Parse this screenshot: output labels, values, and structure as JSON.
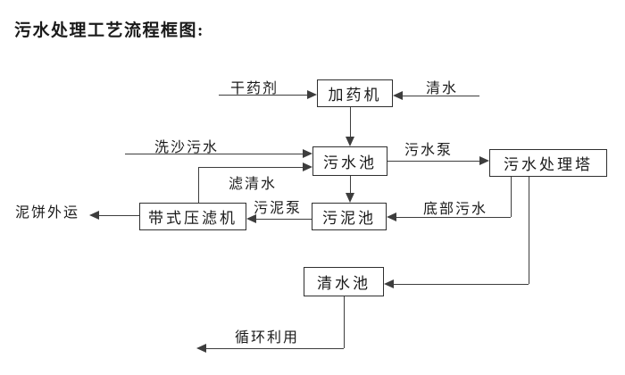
{
  "title": "污水处理工艺流程框图:",
  "nodes": [
    {
      "label": "加药机"
    },
    {
      "label": "污水池"
    },
    {
      "label": "污水处理塔"
    },
    {
      "label": "污泥池"
    },
    {
      "label": "带式压滤机"
    },
    {
      "label": "清水池"
    }
  ],
  "flow_labels": {
    "dry_agent": "干药剂",
    "clean_water": "清水",
    "sand_washing_sewage": "洗沙污水",
    "filtered_water": "滤清水",
    "sewage_pump": "污水泵",
    "bottom_sewage": "底部污水",
    "sludge_pump": "污泥泵",
    "mud_cake_out": "泥饼外运",
    "recycling": "循环利用"
  },
  "connections": [
    {
      "label": "干药剂",
      "from": "外部",
      "to": "加药机"
    },
    {
      "label": "清水",
      "from": "外部",
      "to": "加药机"
    },
    {
      "label": "",
      "from": "加药机",
      "to": "污水池"
    },
    {
      "label": "洗沙污水",
      "from": "外部",
      "to": "污水池"
    },
    {
      "label": "滤清水",
      "from": "带式压滤机",
      "to": "污水池"
    },
    {
      "label": "污水泵",
      "from": "污水池",
      "to": "污水处理塔"
    },
    {
      "label": "",
      "from": "污水池",
      "to": "污泥池"
    },
    {
      "label": "底部污水",
      "from": "污水处理塔",
      "to": "污泥池"
    },
    {
      "label": "污泥泵",
      "from": "污泥池",
      "to": "带式压滤机"
    },
    {
      "label": "泥饼外运",
      "from": "带式压滤机",
      "to": "外部"
    },
    {
      "label": "",
      "from": "污水处理塔",
      "to": "清水池"
    },
    {
      "label": "循环利用",
      "from": "清水池",
      "to": "外部"
    }
  ],
  "colors": {
    "line": "#3d3d3d",
    "box_border": "#2f2f2f",
    "text": "#1a1a1a",
    "background": "#ffffff"
  }
}
